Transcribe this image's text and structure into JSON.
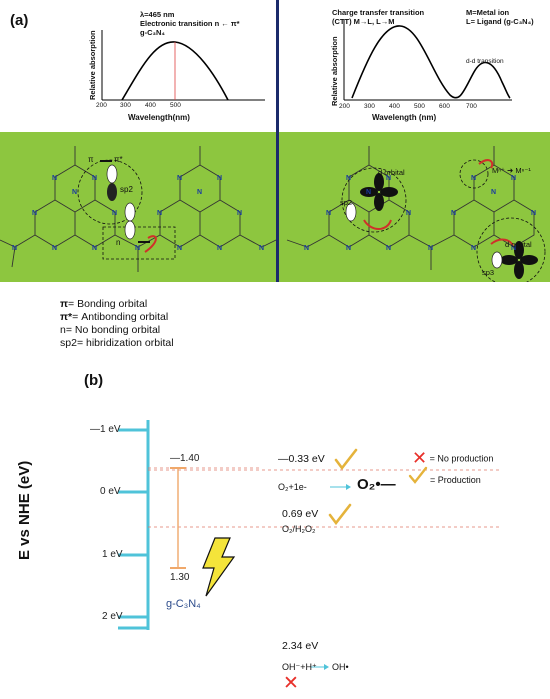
{
  "panel_a": {
    "label": "(a)",
    "left_spectrum": {
      "lines": [
        "λ=465 nm",
        "Electronic transition  n ← π*",
        "g-C₃N₄"
      ],
      "ylabel": "Relative absorption",
      "xlabel": "Wavelength(nm)",
      "ticks": [
        "200",
        "300",
        "400",
        "500"
      ]
    },
    "right_spectrum": {
      "lines": [
        "Charge transfer transition",
        "(CTT) M→L, L→M"
      ],
      "legend_lines": [
        "M=Metal ion",
        "L= Ligand (g-C₃N₄)"
      ],
      "peak_label": "d-d  transition",
      "ylabel": "Relative absorption",
      "xlabel": "Wavelength (nm)",
      "ticks": [
        "200",
        "300",
        "400",
        "500",
        "600",
        "700"
      ]
    },
    "structure_left": {
      "pi_label": "π",
      "pi_star_label": "π*",
      "sp2_label": "sp2",
      "n_label": "n",
      "atom": "N"
    },
    "structure_right": {
      "sp2_label": "sp2",
      "sp3_label": "sp3",
      "d_orbital_label_1": "d orbital",
      "d_orbital_label_2": "d orbital",
      "mn_label": "Mⁿ⁺",
      "mn1_label": "Mⁿ⁻¹",
      "atom": "N"
    },
    "legend": [
      {
        "sym": "π",
        "text": "= Bonding orbital"
      },
      {
        "sym": "π*",
        "text": "= Antibonding orbital"
      },
      {
        "sym": "n",
        "text": "= No bonding orbital"
      },
      {
        "sym": "sp2",
        "text": "= hibridization orbital"
      }
    ]
  },
  "panel_b": {
    "label": "(b)",
    "ylabel": "E vs NHE (eV)",
    "ticks": [
      "—1 eV",
      "0 eV",
      "1 eV",
      "2 eV"
    ],
    "cb_value": "—1.40",
    "vb_value": "1.30",
    "material": "g-C₃N₄",
    "potentials": [
      {
        "value": "—0.33 eV",
        "reaction": "O₂+1e-",
        "product": "O₂•—",
        "status": "production"
      },
      {
        "value": "0.69 eV",
        "reaction": "O₂/H₂O₂",
        "status": "production"
      },
      {
        "value": "2.34 eV",
        "reaction": "OH⁻+H⁺",
        "product": "OH•",
        "status": "no-production"
      }
    ],
    "legend": [
      {
        "mark": "X",
        "text": "= No production"
      },
      {
        "mark": "✓",
        "text": "= Production"
      }
    ],
    "colors": {
      "axis": "#4fc3d9",
      "band": "#f0a86a",
      "dash": "#e07a6a",
      "check": "#e5b33b",
      "cross": "#e8302a",
      "bolt": "#f4e43a"
    }
  }
}
